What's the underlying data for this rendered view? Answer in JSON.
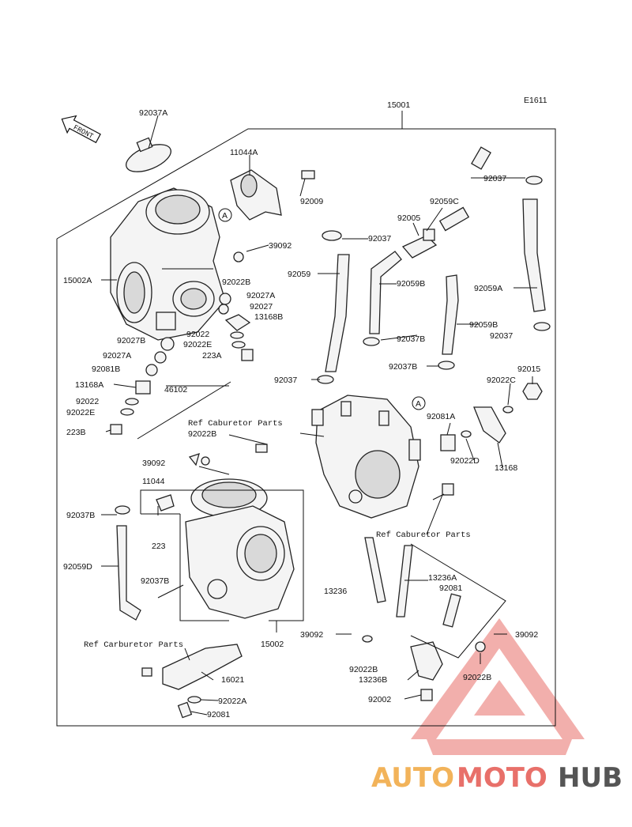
{
  "diagram_code": "E1611",
  "front_arrow_label": "FRONT",
  "callouts": [
    "92037A",
    "15001",
    "11044A",
    "92009",
    "92037",
    "92059C",
    "92005",
    "92037",
    "39092",
    "15002A",
    "92059",
    "92059B",
    "92059A",
    "92022B",
    "92027A",
    "92027",
    "13168B",
    "92022",
    "92022E",
    "223A",
    "92027B",
    "92027A",
    "92081B",
    "92037B",
    "92059B",
    "92037",
    "92037",
    "92037B",
    "92015",
    "13168A",
    "46102",
    "92022C",
    "92022",
    "92022E",
    "92081A",
    "223B",
    "92022D",
    "13168",
    "92022B",
    "39092",
    "11044",
    "223",
    "92037B",
    "92059D",
    "92037B",
    "13236",
    "13236A",
    "92081",
    "39092",
    "39092",
    "92022B",
    "92022B",
    "13236B",
    "92002",
    "15002",
    "16021",
    "92022A",
    "92081"
  ],
  "ref_labels": [
    "Ref Caburetor Parts",
    "Ref Caburetor Parts",
    "Ref Carburetor Parts"
  ],
  "marker_letters": [
    "A",
    "A"
  ],
  "watermark": {
    "part1": "AUTO",
    "part2": "MOTO",
    "part3": "HUB"
  }
}
